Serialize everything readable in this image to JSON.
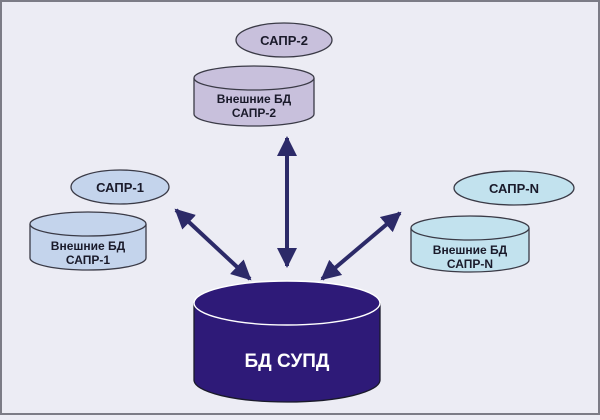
{
  "colors": {
    "background": "#ececf4",
    "border": "#7c7c86",
    "outline": "#3a3a46",
    "cad2_fill": "#c8c0dc",
    "cad1_fill": "#c4d4ec",
    "cadn_fill": "#c2e2ee",
    "main_fill": "#2e1a78",
    "arrow": "#2c2a68",
    "dark_text": "#1a1a2a",
    "light_text": "#ffffff"
  },
  "diagram": {
    "cad2": {
      "label": "САПР-2",
      "db_line1": "Внешние БД",
      "db_line2": "САПР-2"
    },
    "cad1": {
      "label": "САПР-1",
      "db_line1": "Внешние БД",
      "db_line2": "САПР-1"
    },
    "cadn": {
      "label": "САПР-N",
      "db_line1": "Внешние БД",
      "db_line2": "САПР-N"
    },
    "main_db": {
      "label": "БД СУПД"
    }
  }
}
